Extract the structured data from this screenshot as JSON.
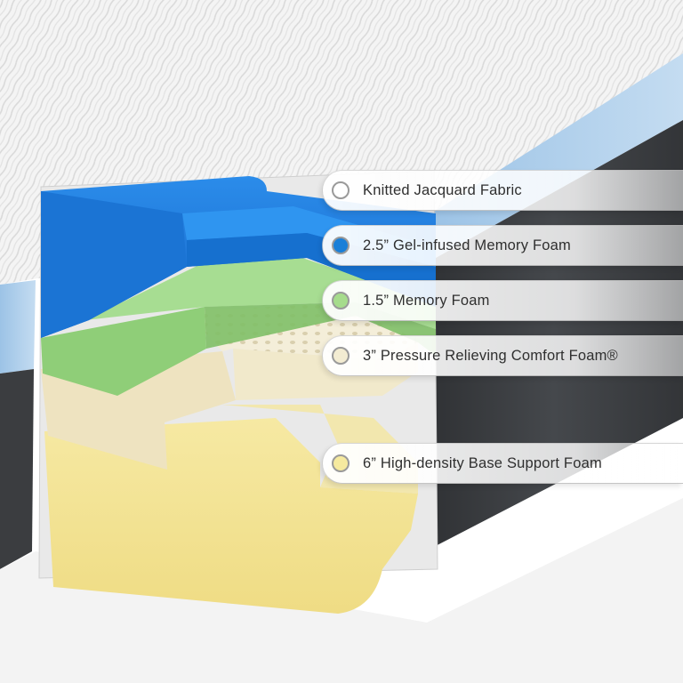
{
  "layers": [
    {
      "label": "Knitted Jacquard Fabric",
      "dot_color": "#ffffff"
    },
    {
      "label": "2.5” Gel-infused Memory Foam",
      "dot_color": "#1a7fd8"
    },
    {
      "label": "1.5” Memory Foam",
      "dot_color": "#a6dc8c"
    },
    {
      "label": "3” Pressure Relieving Comfort Foam®",
      "dot_color": "#f3ecd2"
    },
    {
      "label": "6” High-density Base Support Foam",
      "dot_color": "#f6ea9f"
    }
  ],
  "colors": {
    "cover": "#f2f2f2",
    "border_blue": "#a8cbe9",
    "side_dark": "#3b3d40",
    "gel_foam": "#1976d2",
    "memory_foam": "#8fce78",
    "comfort_foam": "#efe6c6",
    "base_foam": "#f3e38e"
  }
}
